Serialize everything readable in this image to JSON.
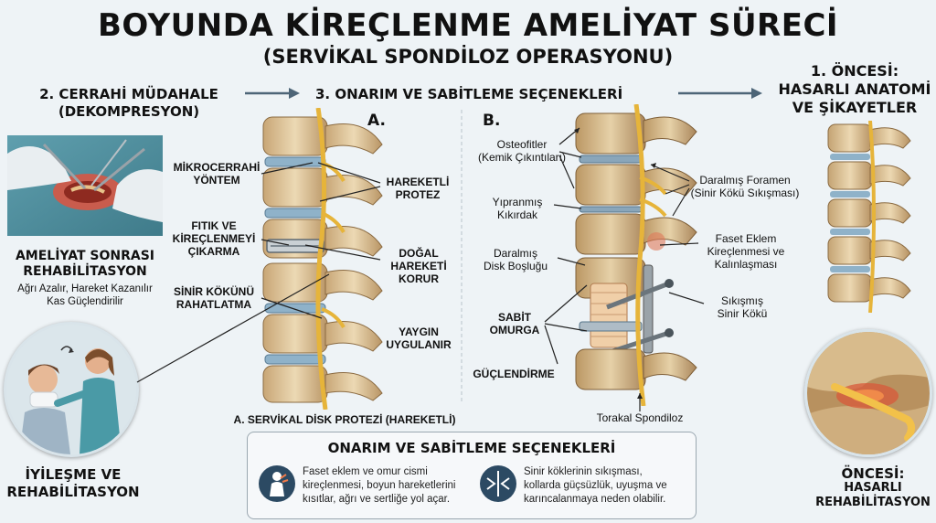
{
  "title": "BOYUNDA KİREÇLENME AMELİYAT SÜRECİ",
  "subtitle": "(SERVİKAL SPONDİLOZ OPERASYONU)",
  "steps": {
    "step2": "2. CERRAHİ MÜDAHALE",
    "step2_sub": "(DEKOMPRESYON)",
    "step3": "3. ONARIM VE SABİTLEME SEÇENEKLERİ",
    "step1": "1. ÖNCESİ:",
    "step1_l2": "HASARLI ANATOMİ",
    "step1_l3": "VE ŞİKAYETLER"
  },
  "left": {
    "rehab_title_1": "AMELİYAT SONRASI",
    "rehab_title_2": "REHABİLİTASYON",
    "rehab_desc_1": "Ağrı Azalır, Hareket Kazanılır",
    "rehab_desc_2": "Kas Güçlendirilir",
    "bottom_1": "İYİLEŞME VE",
    "bottom_2": "REHABİLİTASYON"
  },
  "section_a": {
    "letter": "A.",
    "labels": {
      "micro_1": "MİKROCERRAHİ",
      "micro_2": "YÖNTEM",
      "hernia_1": "FITIK VE",
      "hernia_2": "KİREÇLENMEYİ",
      "hernia_3": "ÇIKARMA",
      "nerve_1": "SİNİR KÖKÜNÜ",
      "nerve_2": "RAHATLATMA",
      "prosthesis_1": "HAREKETLİ",
      "prosthesis_2": "PROTEZ",
      "natural_1": "DOĞAL",
      "natural_2": "HAREKETİ",
      "natural_3": "KORUR",
      "common_1": "YAYGIN",
      "common_2": "UYGULANIR"
    },
    "caption": "A. SERVİKAL DİSK PROTEZİ (HAREKETLİ)"
  },
  "section_b": {
    "letter": "B.",
    "labels": {
      "osteo_1": "Osteofitler",
      "osteo_2": "(Kemik Çıkıntıları)",
      "worn_1": "Yıpranmış",
      "worn_2": "Kıkırdak",
      "narrow_disc_1": "Daralmış",
      "narrow_disc_2": "Disk Boşluğu",
      "fixed_1": "SABİT",
      "fixed_2": "OMURGA",
      "strength": "GÜÇLENDİRME",
      "foramen_1": "Daralmış Foramen",
      "foramen_2": "(Sinir Kökü Sıkışması)",
      "facet_1": "Faset Eklem",
      "facet_2": "Kireçlenmesi ve",
      "facet_3": "Kalınlaşması",
      "pinched_1": "Sıkışmış",
      "pinched_2": "Sinir Kökü",
      "thoracic": "Torakal Spondiloz"
    }
  },
  "right": {
    "before_1": "ÖNCESİ:",
    "before_2": "HASARLI",
    "before_3": "REHABİLİTASYON"
  },
  "panel": {
    "title": "ONARIM VE SABİTLEME SEÇENEKLERİ",
    "info1_1": "Faset eklem ve omur cismi",
    "info1_2": "kireçlenmesi, boyun hareketlerini",
    "info1_3": "kısıtlar, ağrı ve sertliğe yol açar.",
    "info2_1": "Sinir köklerinin sıkışması,",
    "info2_2": "kollarda güçsüzlük, uyuşma ve",
    "info2_3": "karıncalanmaya neden olabilir."
  }
}
